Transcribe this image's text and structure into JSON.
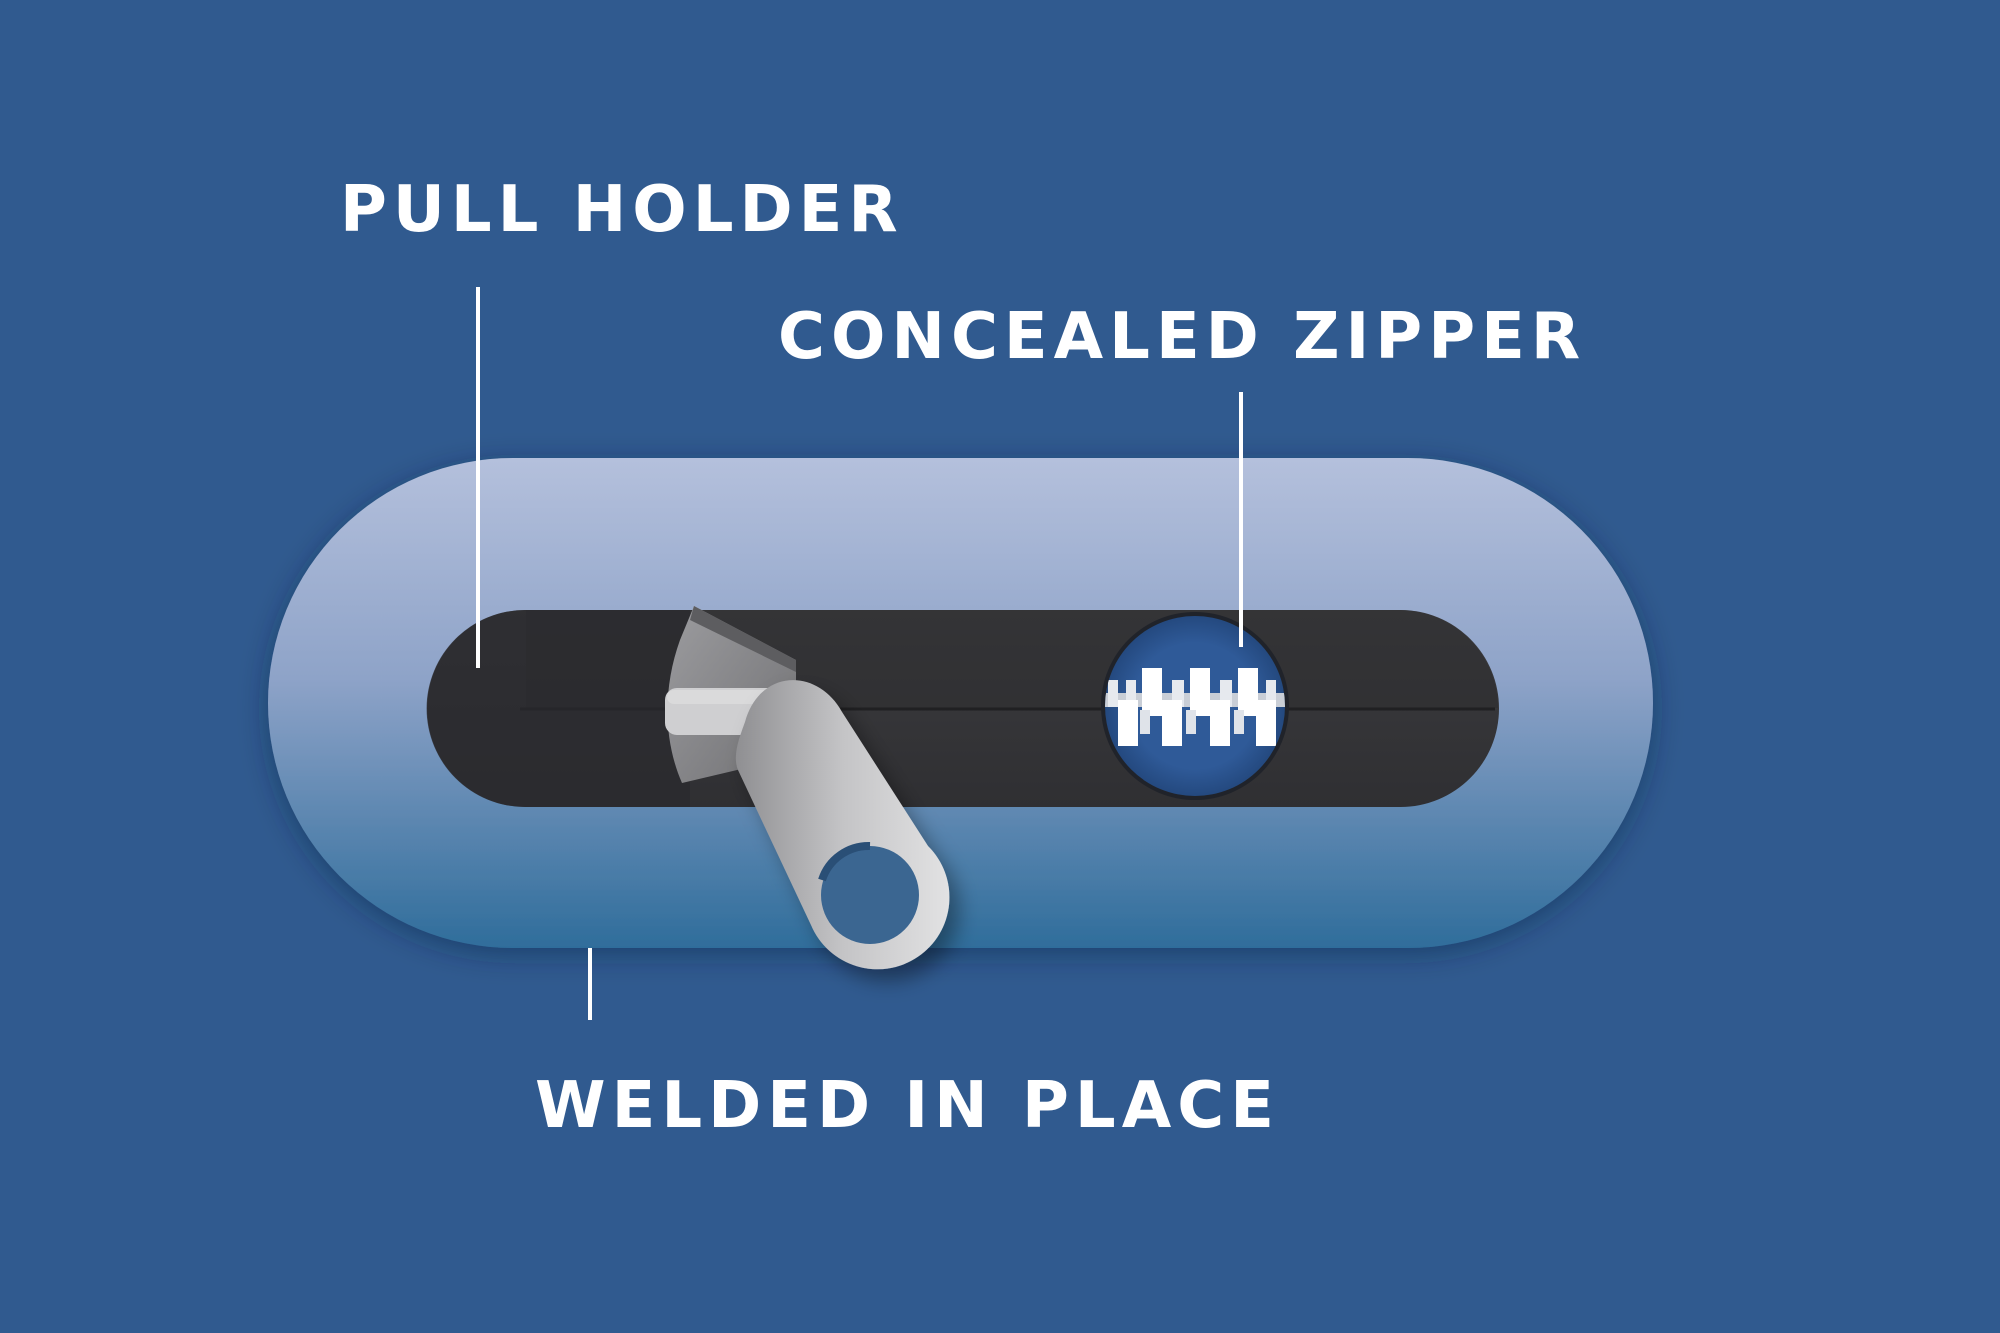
{
  "labels": {
    "pull_holder": "PULL HOLDER",
    "concealed_zipper": "CONCEALED ZIPPER",
    "welded_in_place": "WELDED IN PLACE"
  },
  "colors": {
    "background": "#305a8f",
    "text": "#ffffff",
    "pocket_top": "#b3bfdc",
    "pocket_bottom": "#336f9c",
    "zipper_track": "#3a3a3d",
    "slider": "#a9a9ab",
    "magnifier": "#2f5a98"
  },
  "icons": {
    "zipper_pull": "zipper-pull-icon",
    "zipper_teeth": "zipper-teeth-icon"
  }
}
